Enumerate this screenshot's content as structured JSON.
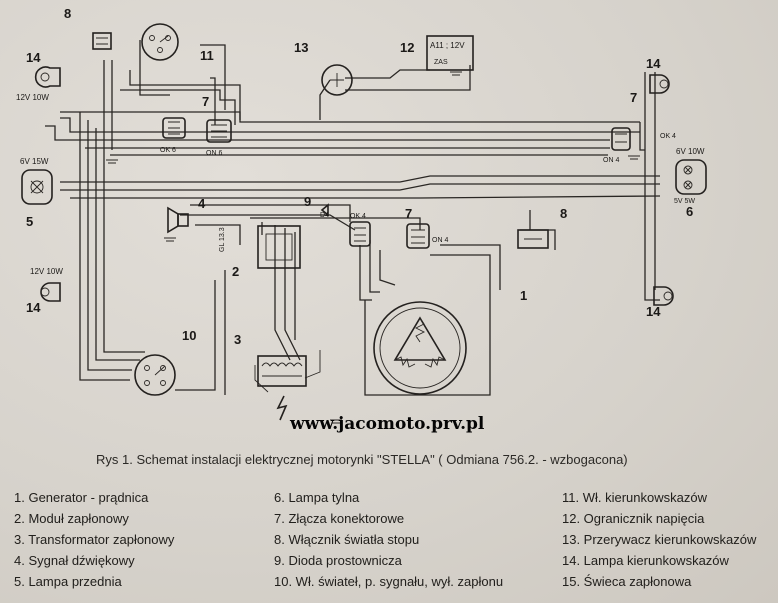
{
  "caption": "Rys 1.  Schemat instalacji elektrycznej motorynki \"STELLA\"  ( Odmiana 756.2. - wzbogacona)",
  "watermark": "www.jacomoto.prv.pl",
  "labels": {
    "n1": "1",
    "n2": "2",
    "n3": "3",
    "n4": "4",
    "n5": "5",
    "n6": "6",
    "n7a": "7",
    "n7b": "7",
    "n7c": "7",
    "n8a": "8",
    "n8b": "8",
    "n9": "9",
    "n10": "10",
    "n11": "11",
    "n12": "12",
    "n13": "13",
    "n14a": "14",
    "n14b": "14",
    "n14c": "14",
    "n14d": "14"
  },
  "ratings": {
    "lamp14_left_top": "12V 10W",
    "lamp14_left_bottom": "12V 10W",
    "lamp5": "6V 15W",
    "lamp6": "6V 10W",
    "lamp6_second": "5V 5W",
    "limiter": "A11 ; 12V",
    "limiter2": "ZAS",
    "module": "GL 13.3"
  },
  "connectors": {
    "ok6": "OK 6",
    "on6": "ON 6",
    "ok4": "OK 4",
    "on4a": "ON 4",
    "on4b": "ON 4",
    "ok4b": "OK 4",
    "d4": "D4"
  },
  "legend": {
    "col1": [
      "1. Generator - prądnica",
      "2. Moduł zapłonowy",
      "3. Transformator zapłonowy",
      "4. Sygnał dźwiękowy",
      "5. Lampa przednia"
    ],
    "col2": [
      "6. Lampa tylna",
      "7. Złącza konektorowe",
      "8. Włącznik światła stopu",
      "9. Dioda prostownicza",
      "10. Wł. świateł, p. sygnału, wył. zapłonu"
    ],
    "col3": [
      "11. Wł. kierunkowskazów",
      "12. Ogranicznik napięcia",
      "13. Przerywacz kierunkowskazów",
      "14. Lampa kierunkowskazów",
      "15. Świeca zapłonowa"
    ]
  }
}
